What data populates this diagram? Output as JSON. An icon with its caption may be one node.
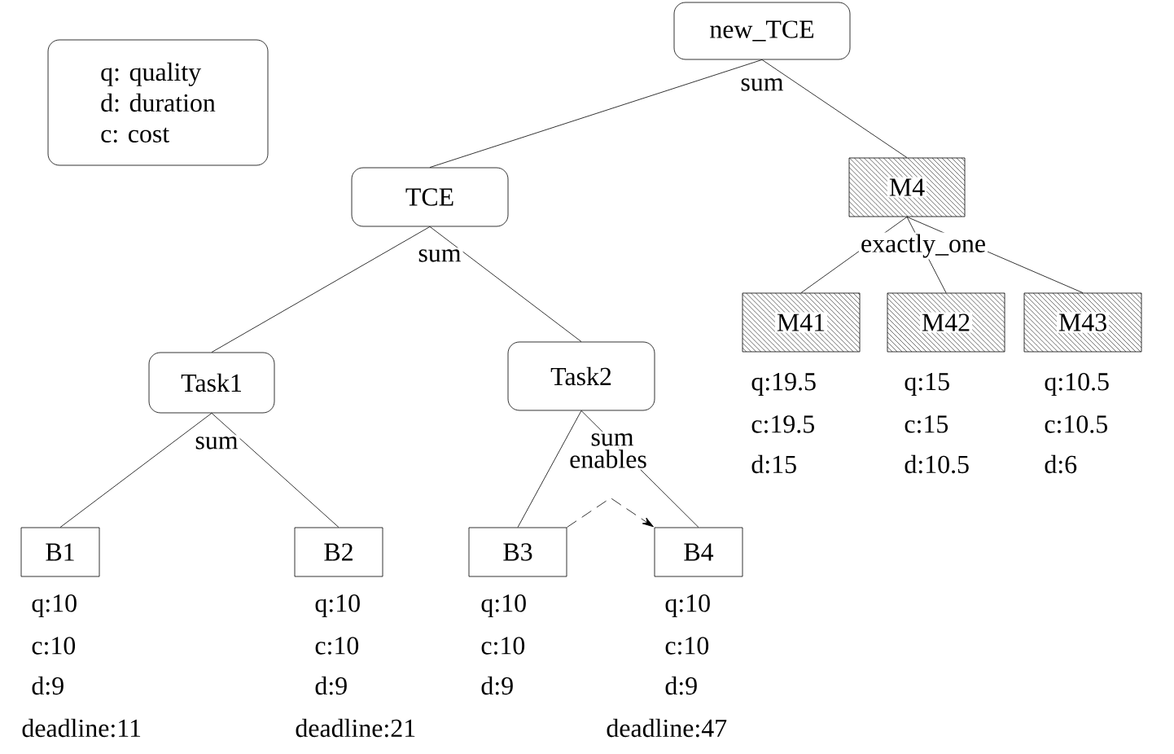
{
  "diagram": {
    "nodes": [
      {
        "text": [
          "q: quality",
          "d: duration",
          "c: cost"
        ]
      },
      {
        "text": [
          "new_TCE"
        ],
        "beside": [
          "sum"
        ]
      },
      {
        "text": [
          "TCE"
        ],
        "beside": [
          "sum"
        ]
      },
      {
        "text": [
          "M4"
        ],
        "beside": [
          "exactly_one"
        ]
      },
      {
        "text": [
          "Task1"
        ],
        "beside": [
          "sum"
        ]
      },
      {
        "text": [
          "Task2"
        ],
        "beside": [
          "sum"
        ]
      },
      {
        "text": [
          "M41"
        ],
        "beside": [
          "q:19.5",
          "c:19.5",
          "d:15"
        ]
      },
      {
        "text": [
          "M42"
        ],
        "beside": [
          "q:15",
          "c:15",
          "d:10.5"
        ]
      },
      {
        "text": [
          "M43"
        ],
        "beside": [
          "q:10.5",
          "c:10.5",
          "d:6"
        ]
      },
      {
        "text": [
          "B1"
        ],
        "beside": [
          "q:10",
          "c:10",
          "d:9",
          "deadline:11"
        ]
      },
      {
        "text": [
          "B2"
        ],
        "beside": [
          "q:10",
          "c:10",
          "d:9",
          "deadline:21"
        ]
      },
      {
        "text": [
          "B3"
        ],
        "beside": [
          "q:10",
          "c:10",
          "d:9"
        ]
      },
      {
        "text": [
          "B4"
        ],
        "beside": [
          "q:10",
          "c:10",
          "d:9",
          "deadline:47"
        ]
      }
    ],
    "edges": [
      {
        "from": 1,
        "to": 2,
        "arrow": "none"
      },
      {
        "from": 1,
        "to": 3,
        "arrow": "none"
      },
      {
        "from": 2,
        "to": 4,
        "arrow": "none"
      },
      {
        "from": 2,
        "to": 5,
        "arrow": "none"
      },
      {
        "from": 3,
        "to": 6,
        "arrow": "none"
      },
      {
        "from": 3,
        "to": 7,
        "arrow": "none"
      },
      {
        "from": 3,
        "to": 8,
        "arrow": "none"
      },
      {
        "from": 4,
        "to": 9,
        "arrow": "none"
      },
      {
        "from": 4,
        "to": 10,
        "arrow": "none"
      },
      {
        "from": 5,
        "to": 11,
        "arrow": "none"
      },
      {
        "from": 5,
        "to": 12,
        "arrow": "none"
      },
      {
        "from": 11,
        "to": 12,
        "arrow": "to",
        "style": "dashed",
        "label": "enables"
      }
    ]
  }
}
